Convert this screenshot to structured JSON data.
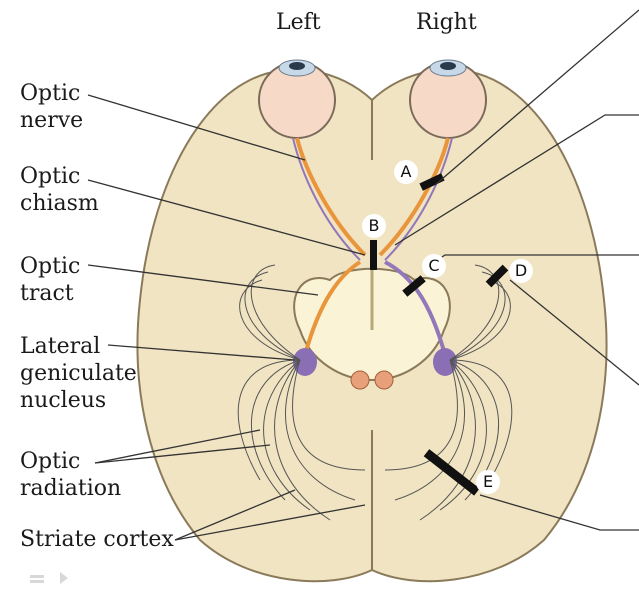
{
  "header": {
    "left": "Left",
    "right": "Right"
  },
  "labels": {
    "optic_nerve": [
      "Optic",
      "nerve"
    ],
    "optic_chiasm": [
      "Optic",
      "chiasm"
    ],
    "optic_tract": [
      "Optic",
      "tract"
    ],
    "lgn": [
      "Lateral",
      "geniculate",
      "nucleus"
    ],
    "optic_radiation": [
      "Optic",
      "radiation"
    ],
    "striate_cortex": "Striate cortex"
  },
  "lesions": [
    "A",
    "B",
    "C",
    "D",
    "E"
  ],
  "colors": {
    "brain": "#f1e4c2",
    "brain_outline": "#8a7a5a",
    "midbrain": "#fbf3d6",
    "nerve_orange": "#e8953c",
    "nerve_purple": "#9278b8",
    "lgn": "#8a6fb5",
    "eye": "#f7d9c8",
    "lesion_bar": "#111111"
  }
}
